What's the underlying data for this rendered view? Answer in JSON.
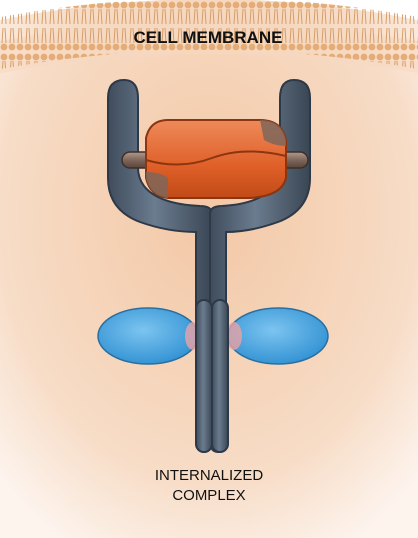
{
  "labels": {
    "membrane": "CELL MEMBRANE",
    "complex_line1": "INTERNALIZED",
    "complex_line2": "COMPLEX"
  },
  "colors": {
    "cytoplasm": "#f5d0b3",
    "membrane_lipid": "#e0a86f",
    "receptor": "#5b6d80",
    "receptor_outline": "#2e3947",
    "ligand": "#e0652e",
    "ligand_dark": "#b34317",
    "blue_domain": "#4aa7e2",
    "pink_contact": "#e9a3a5"
  }
}
